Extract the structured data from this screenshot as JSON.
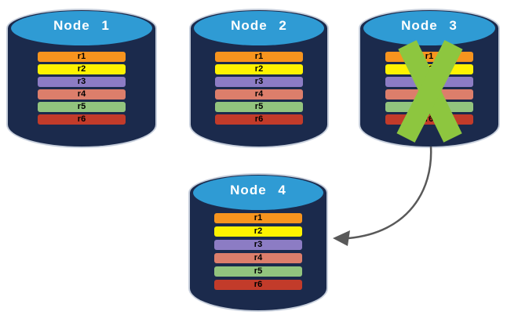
{
  "diagram": {
    "description": "Database replication diagram: failed node replicated to new node",
    "nodes": [
      {
        "id": "node-1",
        "label": "Node 1",
        "failed": false,
        "replicas": [
          "r1",
          "r2",
          "r3",
          "r4",
          "r5",
          "r6"
        ]
      },
      {
        "id": "node-2",
        "label": "Node 2",
        "failed": false,
        "replicas": [
          "r1",
          "r2",
          "r3",
          "r4",
          "r5",
          "r6"
        ]
      },
      {
        "id": "node-3",
        "label": "Node 3",
        "failed": true,
        "replicas": [
          "r1",
          "r2",
          "r3",
          "r4",
          "r5",
          "r6"
        ]
      },
      {
        "id": "node-4",
        "label": "Node 4",
        "failed": false,
        "replicas": [
          "r1",
          "r2",
          "r3",
          "r4",
          "r5",
          "r6"
        ]
      }
    ],
    "icons": {
      "failure_x": "x-mark",
      "failover_arrow": "curved-arrow"
    },
    "colors": {
      "cylinder_body": "#1B2A4C",
      "cylinder_cap": "#2F9BD4",
      "cylinder_outline": "#C7CFDC",
      "node_label_text": "#FFFFFF",
      "replica_label_text": "#000000",
      "replicas": {
        "r1": "#F7941E",
        "r2": "#FEF200",
        "r3": "#8C7CC4",
        "r4": "#DC7E6B",
        "r5": "#92C47E",
        "r6": "#C23B2A"
      },
      "failure_x": "#8DC63F",
      "arrow": "#595959"
    }
  }
}
